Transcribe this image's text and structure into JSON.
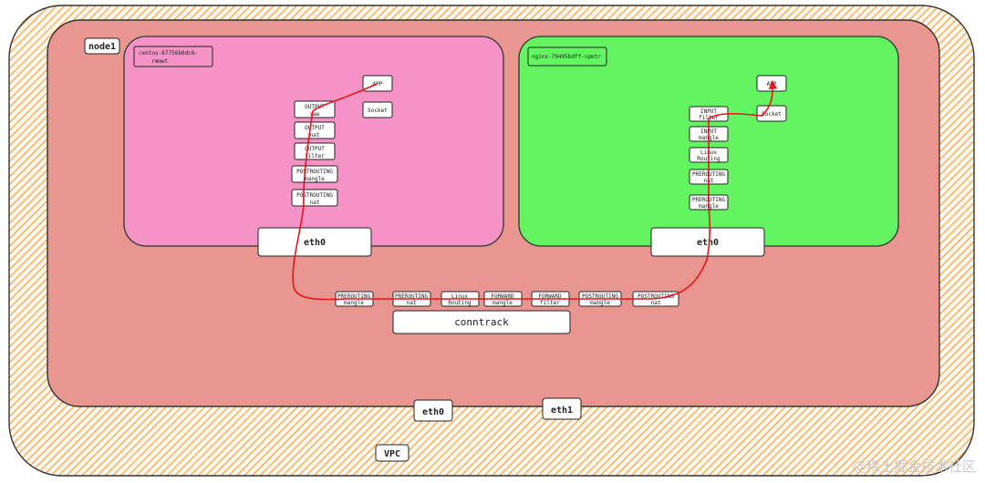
{
  "vpc": {
    "label": "VPC"
  },
  "node": {
    "label": "node1"
  },
  "pods": {
    "centos": {
      "name_line1": "centos-67756b6dc8-",
      "name_line2": "rmmwt",
      "chains": [
        [
          "OUTPUT",
          "raw"
        ],
        [
          "OUTPUT",
          "nat"
        ],
        [
          "OUTPUT",
          "filter"
        ],
        [
          "POSTROUTING",
          "mangle"
        ],
        [
          "POSTROUTING",
          "nat"
        ]
      ],
      "app": "APP",
      "socket": "Socket",
      "eth": "eth0"
    },
    "nginx": {
      "name": "nginx-79495bdff-vpmtr",
      "chains": [
        [
          "INPUT",
          "filter"
        ],
        [
          "INPUT",
          "mangle"
        ],
        [
          "Linux",
          "Routing"
        ],
        [
          "PREROUTING",
          "nat"
        ],
        [
          "PREROUTING",
          "mangle"
        ]
      ],
      "app": "APP",
      "socket": "Socket",
      "eth": "eth0"
    }
  },
  "host_chains": [
    [
      "PREROUTING",
      "mangle"
    ],
    [
      "PREROUTING",
      "nat"
    ],
    [
      "Linux",
      "Routing"
    ],
    [
      "FORWARD",
      "mangle"
    ],
    [
      "FORWARD",
      "filter"
    ],
    [
      "POSTROUTING",
      "mangle"
    ],
    [
      "POSTROUTING",
      "nat"
    ]
  ],
  "conntrack": "conntrack",
  "node_nics": {
    "eth0": "eth0",
    "eth1": "eth1"
  },
  "watermark": "@稀土掘金技术社区",
  "colors": {
    "vpc_hatch": "#f39b2e",
    "node_fill": "#e8968f",
    "centos_pod_fill": "#f693c6",
    "nginx_pod_fill": "#64f462",
    "flow_line": "#e8141a"
  }
}
